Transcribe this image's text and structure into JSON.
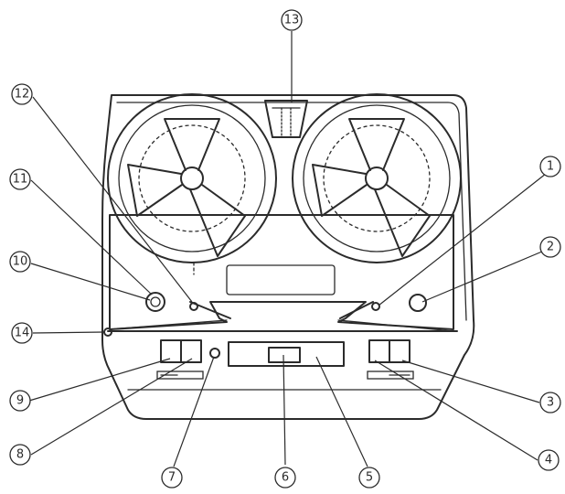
{
  "diagram": {
    "ink_color": "#2b2b2b",
    "paper_color": "#ffffff",
    "callouts": [
      {
        "id": "c1",
        "label": "1"
      },
      {
        "id": "c2",
        "label": "2"
      },
      {
        "id": "c3",
        "label": "3"
      },
      {
        "id": "c4",
        "label": "4"
      },
      {
        "id": "c5",
        "label": "5"
      },
      {
        "id": "c6",
        "label": "6"
      },
      {
        "id": "c7",
        "label": "7"
      },
      {
        "id": "c8",
        "label": "8"
      },
      {
        "id": "c9",
        "label": "9"
      },
      {
        "id": "c10",
        "label": "10"
      },
      {
        "id": "c11",
        "label": "11"
      },
      {
        "id": "c12",
        "label": "12"
      },
      {
        "id": "c13",
        "label": "13"
      },
      {
        "id": "c14",
        "label": "14"
      }
    ]
  }
}
